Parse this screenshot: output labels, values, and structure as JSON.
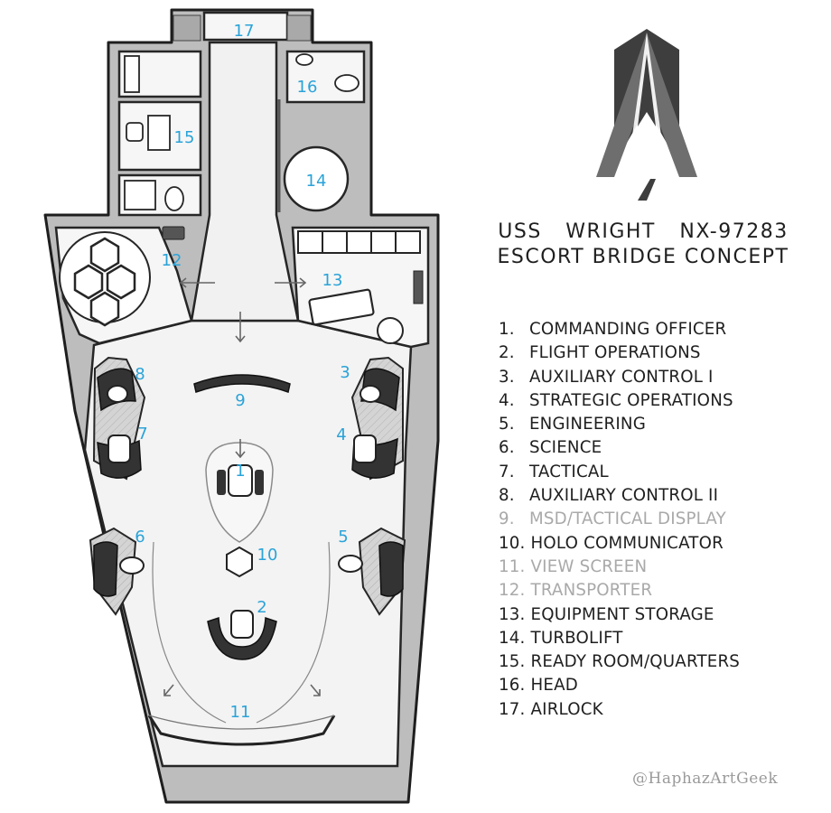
{
  "title": {
    "line1": "USS WRIGHT NX-97283",
    "line2": "ESCORT BRIDGE CONCEPT"
  },
  "legend": [
    {
      "num": "1.",
      "label": "COMMANDING OFFICER",
      "faded": false
    },
    {
      "num": "2.",
      "label": "FLIGHT OPERATIONS",
      "faded": false
    },
    {
      "num": "3.",
      "label": "AUXILIARY CONTROL I",
      "faded": false
    },
    {
      "num": "4.",
      "label": "STRATEGIC OPERATIONS",
      "faded": false
    },
    {
      "num": "5.",
      "label": "ENGINEERING",
      "faded": false
    },
    {
      "num": "6.",
      "label": "SCIENCE",
      "faded": false
    },
    {
      "num": "7.",
      "label": "TACTICAL",
      "faded": false
    },
    {
      "num": "8.",
      "label": "AUXILIARY CONTROL II",
      "faded": false
    },
    {
      "num": "9.",
      "label": "MSD/TACTICAL DISPLAY",
      "faded": true
    },
    {
      "num": "10.",
      "label": "HOLO COMMUNICATOR",
      "faded": false
    },
    {
      "num": "11.",
      "label": "VIEW SCREEN",
      "faded": true
    },
    {
      "num": "12.",
      "label": "TRANSPORTER",
      "faded": true
    },
    {
      "num": "13.",
      "label": "EQUIPMENT STORAGE",
      "faded": false
    },
    {
      "num": "14.",
      "label": "TURBOLIFT",
      "faded": false
    },
    {
      "num": "15.",
      "label": "READY ROOM/QUARTERS",
      "faded": false
    },
    {
      "num": "16.",
      "label": "HEAD",
      "faded": false
    },
    {
      "num": "17.",
      "label": "AIRLOCK",
      "faded": false
    }
  ],
  "room_labels": {
    "r1": "1",
    "r2": "2",
    "r3": "3",
    "r4": "4",
    "r5": "5",
    "r6": "6",
    "r7": "7",
    "r8": "8",
    "r9": "9",
    "r10": "10",
    "r11": "11",
    "r12": "12",
    "r13": "13",
    "r14": "14",
    "r15": "15",
    "r16": "16",
    "r17": "17"
  },
  "watermark": "@HaphazArtGeek",
  "logo": {
    "icon": "delta-insignia-icon"
  },
  "colors": {
    "hull": "#bfbfbf",
    "floor": "#f2f2f2",
    "wall": "#222222",
    "label": "#2aa3d8",
    "logo_dark": "#3c3c3c",
    "logo_light": "#6e6e6e"
  }
}
